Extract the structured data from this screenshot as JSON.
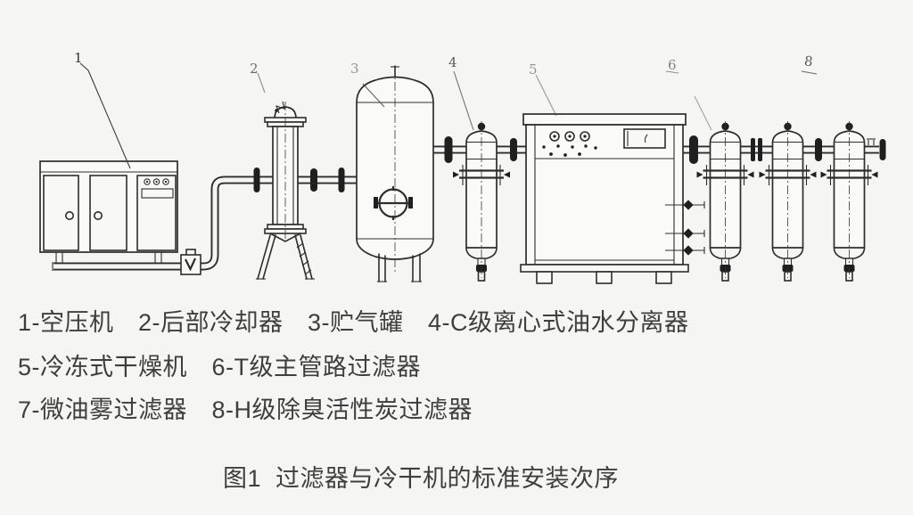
{
  "figure": {
    "type": "technical-diagram",
    "callouts": {
      "c1": "1",
      "c2": "2",
      "c3": "3",
      "c4": "4",
      "c5": "5",
      "c6": "6",
      "c8": "8"
    },
    "legend": {
      "lines": [
        "1-空压机　2-后部冷却器　3-贮气罐　4-C级离心式油水分离器",
        "5-冷冻式干燥机　6-T级主管路过滤器",
        "7-微油雾过滤器　8-H级除臭活性炭过滤器"
      ]
    },
    "caption": "图1  过滤器与冷干机的标准安装次序",
    "components": [
      {
        "no": "1",
        "name": "空压机"
      },
      {
        "no": "2",
        "name": "后部冷却器"
      },
      {
        "no": "3",
        "name": "贮气罐"
      },
      {
        "no": "4",
        "name": "C级离心式油水分离器"
      },
      {
        "no": "5",
        "name": "冷冻式干燥机"
      },
      {
        "no": "6",
        "name": "T级主管路过滤器"
      },
      {
        "no": "7",
        "name": "微油雾过滤器"
      },
      {
        "no": "8",
        "name": "H级除臭活性炭过滤器"
      }
    ],
    "colors": {
      "ink": "#2d2d2d",
      "text": "#3e3e3e",
      "background": "#f5f5f3"
    }
  }
}
